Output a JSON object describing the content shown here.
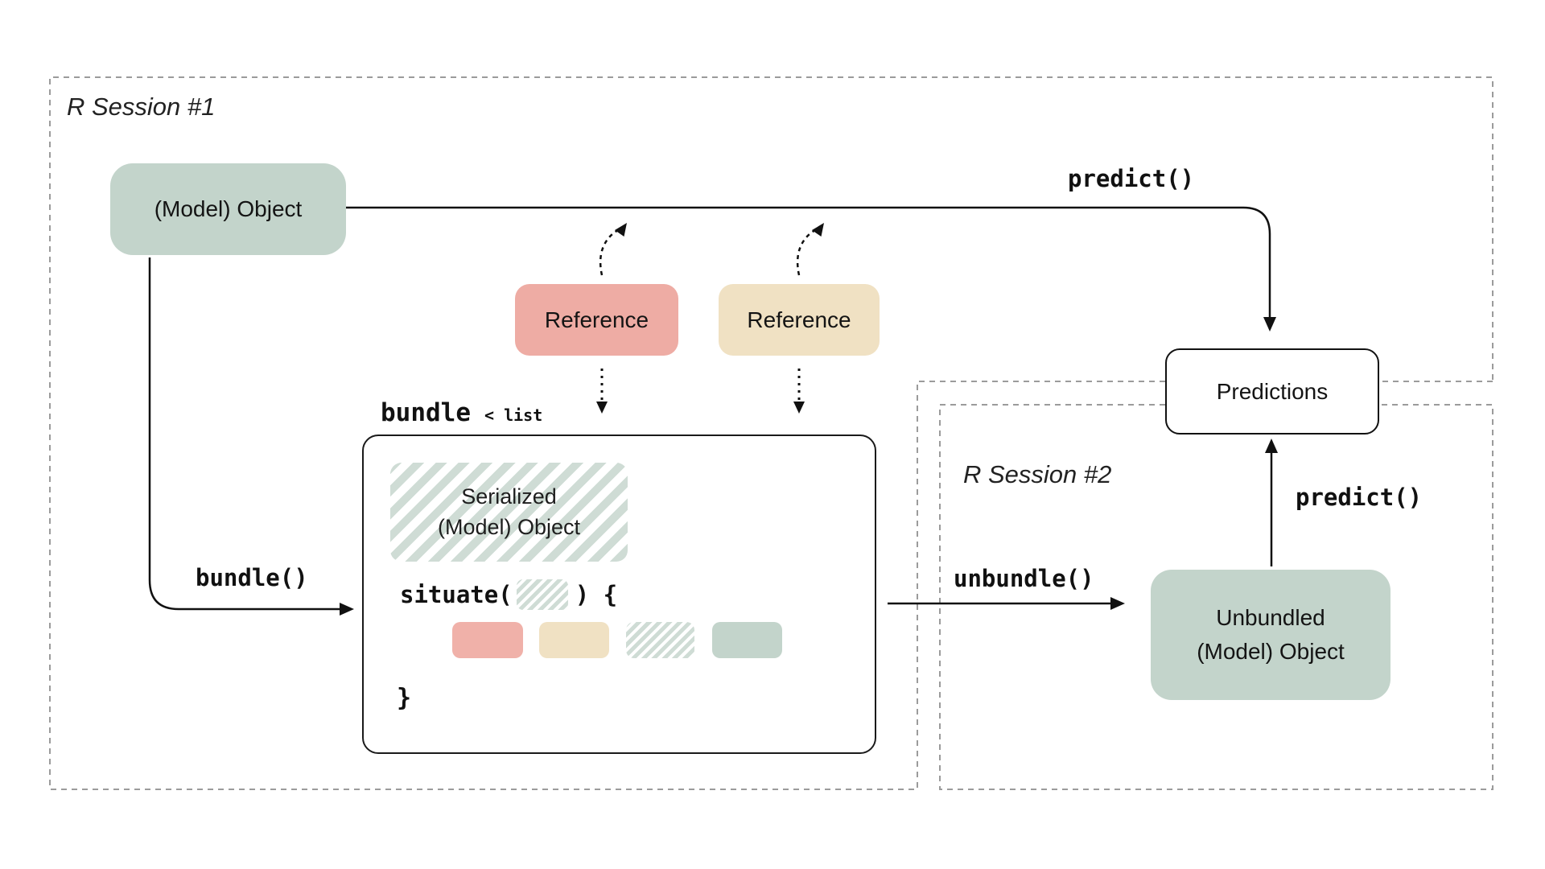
{
  "diagram": {
    "sessions": {
      "session1": {
        "label": "R Session #1"
      },
      "session2": {
        "label": "R Session #2"
      }
    },
    "nodes": {
      "model_object": {
        "label": "(Model) Object"
      },
      "reference_red": {
        "label": "Reference"
      },
      "reference_tan": {
        "label": "Reference"
      },
      "serialized": {
        "line1": "Serialized",
        "line2": "(Model) Object"
      },
      "predictions": {
        "label": "Predictions"
      },
      "unbundled": {
        "line1": "Unbundled",
        "line2": "(Model) Object"
      }
    },
    "bundle": {
      "title": "bundle",
      "title_annotation": "< list",
      "situate_prefix": "situate(",
      "situate_suffix": ") {",
      "closing_brace": "}"
    },
    "function_labels": {
      "predict_top": "predict()",
      "predict_right": "predict()",
      "bundle_fn": "bundle()",
      "unbundle_fn": "unbundle()"
    },
    "colors": {
      "sage": "#c3d4cb",
      "red": "#eeaca4",
      "red_small": "#f0b1a9",
      "tan": "#f0e1c3",
      "stripe_sage": "#cfdcd5",
      "line": "#111111",
      "dashed_border": "#9b9b9b",
      "background": "#ffffff"
    }
  }
}
